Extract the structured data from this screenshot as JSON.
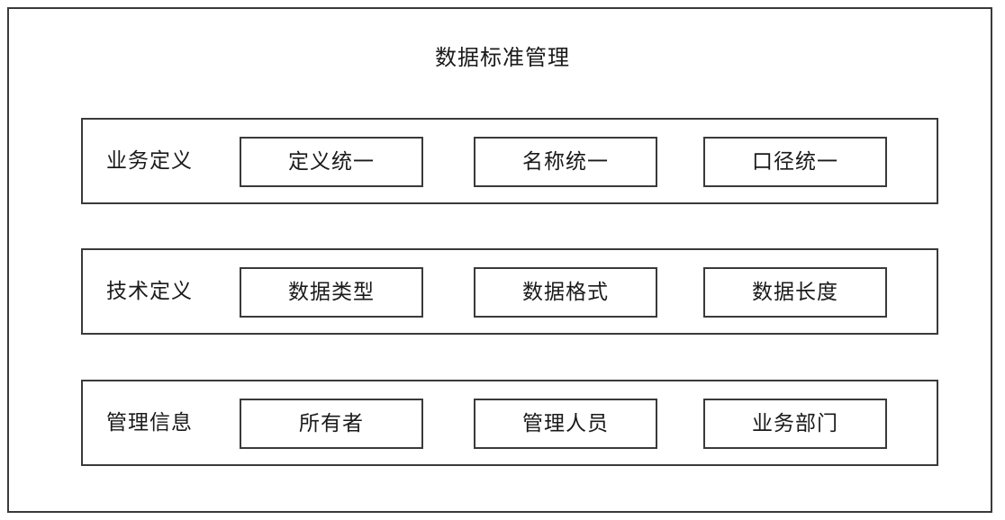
{
  "title": "数据标准管理",
  "rows": [
    {
      "label": "业务定义",
      "items": [
        "定义统一",
        "名称统一",
        "口径统一"
      ]
    },
    {
      "label": "技术定义",
      "items": [
        "数据类型",
        "数据格式",
        "数据长度"
      ]
    },
    {
      "label": "管理信息",
      "items": [
        "所有者",
        "管理人员",
        "业务部门"
      ]
    }
  ]
}
